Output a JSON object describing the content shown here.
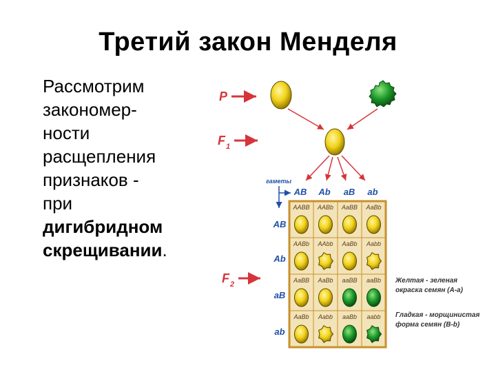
{
  "slide": {
    "title": "Третий закон Менделя",
    "text_lines": [
      "Рассмотрим",
      "закономер-",
      "ности",
      "расщепления",
      "признаков -",
      "при",
      "дигибридном",
      "скрещивании"
    ],
    "text_end": "."
  },
  "diagram": {
    "generation_labels": {
      "p": "P",
      "f1": "F",
      "f1_sub": "1",
      "f2": "F",
      "f2_sub": "2"
    },
    "gametes_label": "гаметы",
    "gamete_columns": [
      "AB",
      "Ab",
      "aB",
      "ab"
    ],
    "gamete_rows": [
      "AB",
      "Ab",
      "aB",
      "ab"
    ],
    "punnett": [
      [
        "AABB",
        "AABb",
        "AaBB",
        "AaBb"
      ],
      [
        "AABb",
        "AAbb",
        "AaBb",
        "Aabb"
      ],
      [
        "AaBB",
        "AaBb",
        "aaBB",
        "aaBb"
      ],
      [
        "AaBb",
        "Aabb",
        "aaBb",
        "aabb"
      ]
    ],
    "seed_kinds": [
      [
        "yellow-smooth",
        "yellow-smooth",
        "yellow-smooth",
        "yellow-smooth"
      ],
      [
        "yellow-smooth",
        "yellow-wrinkled",
        "yellow-smooth",
        "yellow-wrinkled"
      ],
      [
        "yellow-smooth",
        "yellow-smooth",
        "green-smooth",
        "green-smooth"
      ],
      [
        "yellow-smooth",
        "yellow-wrinkled",
        "green-smooth",
        "green-wrinkled"
      ]
    ],
    "legend": [
      [
        "Желтая - зеленая",
        "окраска семян (А-а)"
      ],
      [
        "Гладкая - морщинистая",
        "форма семян (В-b)"
      ]
    ],
    "colors": {
      "arrow": "#d6343a",
      "gamete_text": "#1f4fa8",
      "grid_bg": "#f3e3b8",
      "grid_border": "#c8912c",
      "yellow": "#f2d21a",
      "green": "#1c9a2a"
    }
  }
}
